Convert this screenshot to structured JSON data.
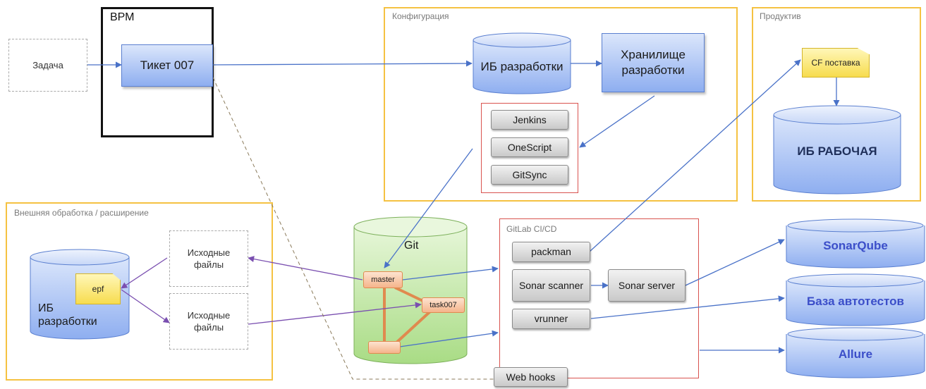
{
  "zadacha": "Задача",
  "vrm": {
    "title": "ВРМ",
    "ticket": "Тикет 007"
  },
  "config": {
    "label": "Конфигурация",
    "ib_dev": "ИБ разработки",
    "storage": "Хранилище разработки"
  },
  "tools": [
    "Jenkins",
    "OneScript",
    "GitSync"
  ],
  "prod": {
    "label": "Продуктив",
    "cf": "CF поставка",
    "ib_work": "ИБ РАБОЧАЯ"
  },
  "ext": {
    "label": "Внешняя обработка / расширение",
    "ib_dev": "ИБ разработки",
    "epf": "epf",
    "src1": "Исходные файлы",
    "src2": "Исходные файлы"
  },
  "git": {
    "label": "Git",
    "master": "master",
    "task": "task007"
  },
  "gitlab": {
    "label": "GitLab CI/CD",
    "packman": "packman",
    "sonar_scanner": "Sonar scanner",
    "sonar_server": "Sonar server",
    "vrunner": "vrunner"
  },
  "webhooks": "Web hooks",
  "outputs": {
    "sonarqube": "SonarQube",
    "autotests": "База автотестов",
    "allure": "Allure"
  },
  "colors": {
    "region": "#f5c242",
    "red": "#d9534f",
    "blue_arrow": "#4a72c8",
    "purple_arrow": "#7a4fb0",
    "git_green": "#b9e39a",
    "branch": "#e08a4f"
  }
}
